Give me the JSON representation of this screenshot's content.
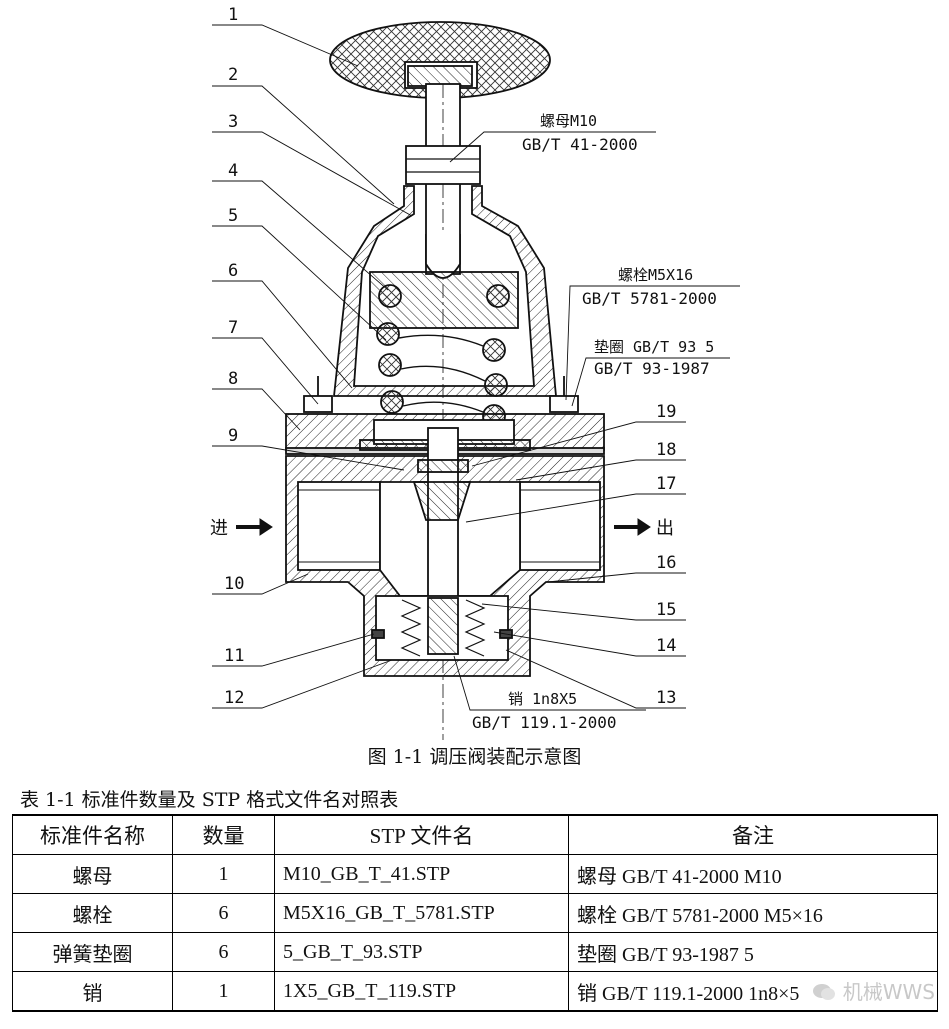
{
  "figure": {
    "part_numbers": [
      "1",
      "2",
      "3",
      "4",
      "5",
      "6",
      "7",
      "8",
      "9",
      "10",
      "11",
      "12",
      "13",
      "14",
      "15",
      "16",
      "17",
      "18",
      "19"
    ],
    "callouts": [
      {
        "name": "螺母M10",
        "std": "GB/T 41-2000"
      },
      {
        "name": "螺栓M5X16",
        "std": "GB/T 5781-2000"
      },
      {
        "name": "垫圈 GB/T 93 5",
        "std": "GB/T 93-1987"
      },
      {
        "name": "销 1n8X5",
        "std": "GB/T 119.1-2000"
      }
    ],
    "inlet_label": "进",
    "outlet_label": "出",
    "caption": "图 1-1  调压阀装配示意图"
  },
  "table": {
    "caption": "表 1-1  标准件数量及 STP 格式文件名对照表",
    "headers": [
      "标准件名称",
      "数量",
      "STP 文件名",
      "备注"
    ],
    "rows": [
      [
        "螺母",
        "1",
        "M10_GB_T_41.STP",
        "螺母  GB/T 41-2000 M10"
      ],
      [
        "螺栓",
        "6",
        "M5X16_GB_T_5781.STP",
        "螺栓  GB/T 5781-2000 M5×16"
      ],
      [
        "弹簧垫圈",
        "6",
        "5_GB_T_93.STP",
        "垫圈  GB/T 93-1987 5"
      ],
      [
        "销",
        "1",
        "1X5_GB_T_119.STP",
        "销  GB/T 119.1-2000 1n8×5"
      ]
    ]
  },
  "watermark": "机械WWS"
}
